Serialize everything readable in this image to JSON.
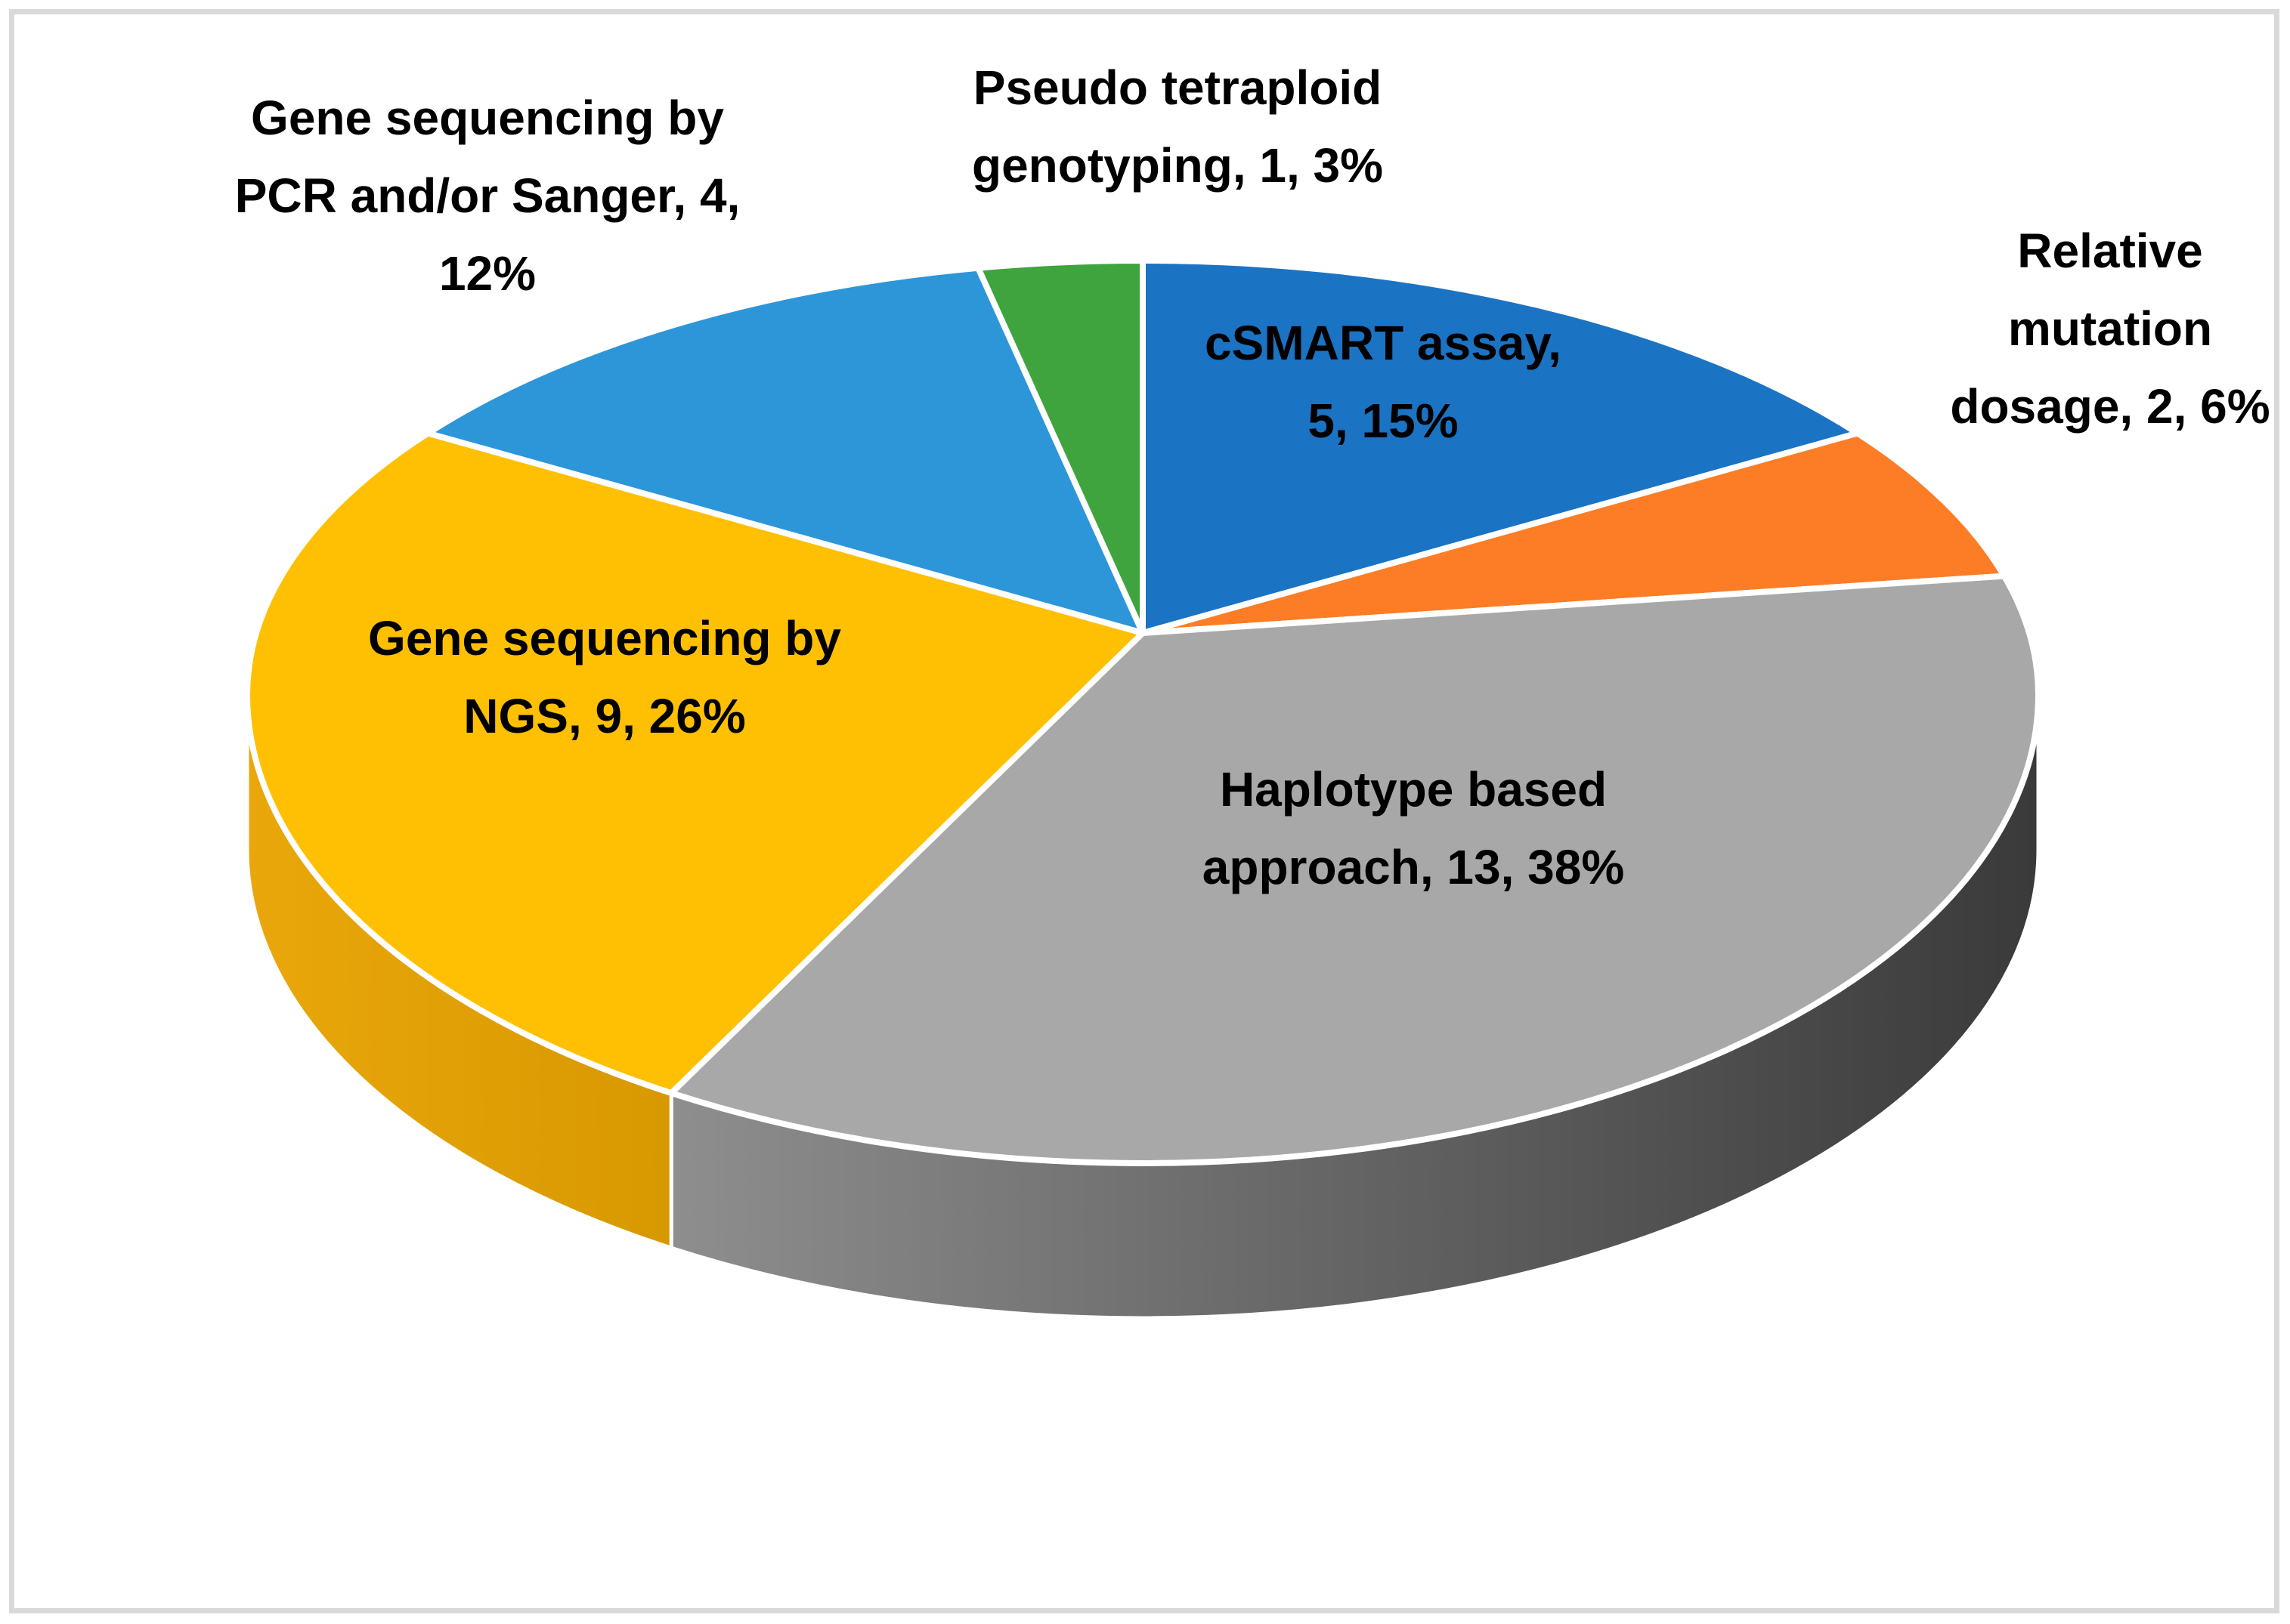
{
  "page": {
    "background": "#FFFFFF",
    "border_color": "#D9D9D9"
  },
  "chart_data": {
    "type": "pie",
    "effect": "3d",
    "title": "",
    "legend_position": "none",
    "data_label_format": "label, value, percent",
    "start_angle_deg": 0,
    "direction": "clockwise",
    "total": 34,
    "slices": [
      {
        "id": "csmart-assay",
        "label": "cSMART assay",
        "value": 5,
        "percent": "15%",
        "color": "#1B73C4"
      },
      {
        "id": "relative-mutation-dosage",
        "label": "Relative mutation dosage",
        "value": 2,
        "percent": "6%",
        "color": "#FC7D26"
      },
      {
        "id": "haplotype-based-approach",
        "label": "Haplotype based approach",
        "value": 13,
        "percent": "38%",
        "color": "#A8A8A8",
        "side_gradient": [
          "#8E8E8E",
          "#3A3A3A"
        ]
      },
      {
        "id": "gene-sequencing-by-ngs",
        "label": "Gene sequencing by NGS",
        "value": 9,
        "percent": "26%",
        "color": "#FFC003",
        "side_gradient": [
          "#E9A70B",
          "#D89800"
        ]
      },
      {
        "id": "gene-sequencing-by-pcr-sanger",
        "label": "Gene sequencing by PCR and/or Sanger",
        "value": 4,
        "percent": "12%",
        "color": "#2D96D9"
      },
      {
        "id": "pseudo-tetraploid-genotyping",
        "label": "Pseudo tetraploid genotyping",
        "value": 1,
        "percent": "3%",
        "color": "#3FA43D"
      }
    ],
    "labels": [
      {
        "for": "gene-sequencing-by-pcr-sanger",
        "text": "Gene sequencing by\nPCR and/or Sanger, 4,\n12%"
      },
      {
        "for": "pseudo-tetraploid-genotyping",
        "text": "Pseudo tetraploid\ngenotyping, 1, 3%"
      },
      {
        "for": "relative-mutation-dosage",
        "text": "Relative\nmutation\ndosage, 2, 6%"
      },
      {
        "for": "csmart-assay",
        "text": "cSMART assay,\n5, 15%"
      },
      {
        "for": "haplotype-based-approach",
        "text": "Haplotype based\napproach, 13, 38%"
      },
      {
        "for": "gene-sequencing-by-ngs",
        "text": "Gene sequencing by\nNGS, 9, 26%"
      }
    ]
  }
}
